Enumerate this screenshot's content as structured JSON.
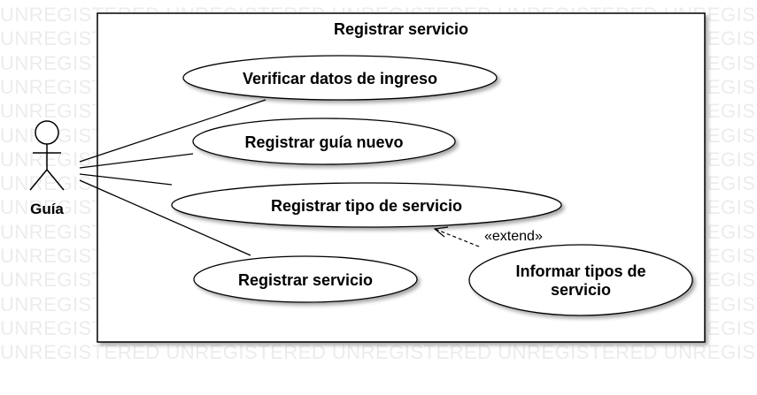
{
  "watermark": {
    "text": "UNREGISTERED UNREGISTERED UNREGISTERED UNREGISTERED UNREGISTERED"
  },
  "system": {
    "title": "Registrar servicio"
  },
  "actor": {
    "name": "Guía"
  },
  "use_cases": [
    {
      "label": "Verificar datos de ingreso"
    },
    {
      "label": "Registrar guía nuevo"
    },
    {
      "label": "Registrar tipo de servicio"
    },
    {
      "label": "Registrar servicio"
    },
    {
      "label_lines": [
        "Informar tipos de",
        "servicio"
      ]
    }
  ],
  "relations": {
    "extend_label": "«extend»"
  }
}
